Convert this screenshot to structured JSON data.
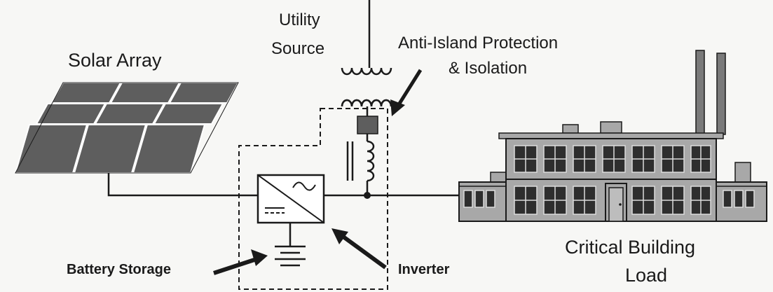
{
  "labels": {
    "solar_array": "Solar Array",
    "utility_line1": "Utility",
    "utility_line2": "Source",
    "anti_island_line1": "Anti-Island Protection",
    "anti_island_line2": "& Isolation",
    "critical_line1": "Critical Building",
    "critical_line2": "Load",
    "battery": "Battery Storage",
    "inverter": "Inverter"
  },
  "colors": {
    "ink": "#1a1a1a",
    "panel": "#5e5e5e",
    "panel_edge": "#ffffff",
    "building": "#a8a8a8",
    "building_dark": "#7a7a7a",
    "window": "#2e2e2e",
    "background": "#f7f7f5"
  }
}
